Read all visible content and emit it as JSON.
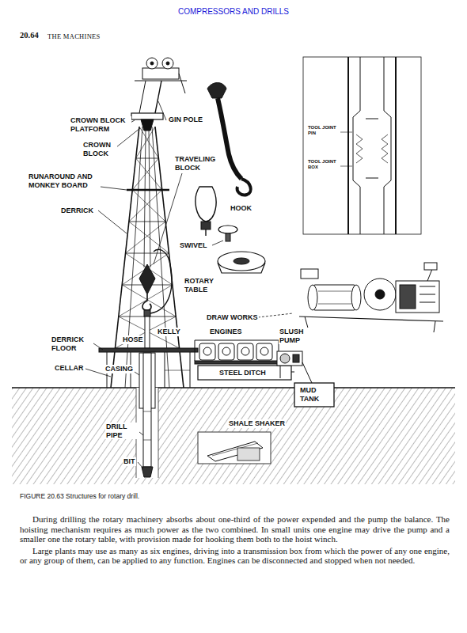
{
  "diagram": {
    "caption": "FIGURE 20.63 Structures for rotary drill.",
    "labels": [
      "COMPRESSORS AND DRILLS",
      "20.64",
      "THE MACHINES",
      "CROWN BLOCK PLATFORM",
      "GIN POLE",
      "CROWN BLOCK",
      "TRAVELING BLOCK",
      "RUNAROUND AND MONKEY BOARD",
      "HOOK",
      "DERRICK",
      "SWIVEL",
      "ROTARY TABLE",
      "DRAW WORKS",
      "KELLY",
      "ENGINES",
      "DERRICK FLOOR",
      "HOSE",
      "SLUSH PUMP",
      "CELLAR",
      "CASING",
      "STEEL DITCH",
      "MUD TANK",
      "SHALE SHAKER",
      "DRILL PIPE",
      "BIT",
      "TOOL JOINT PIN",
      "TOOL JOINT BOX",
      "During drilling the rotary machinery absorbs about one-third of the power expended and the pump the balance. The hoisting mechanism requires as much power as the two combined. In small units one engine may drive the pump and a smaller one the rotary table, with provision made for hooking them both to the hoist winch.",
      "Large plants may use as many as six engines, driving into a transmission box from which the power of any one engine, or any group of them, can be applied to any function. Engines can be disconnected and stopped when not needed."
    ]
  }
}
